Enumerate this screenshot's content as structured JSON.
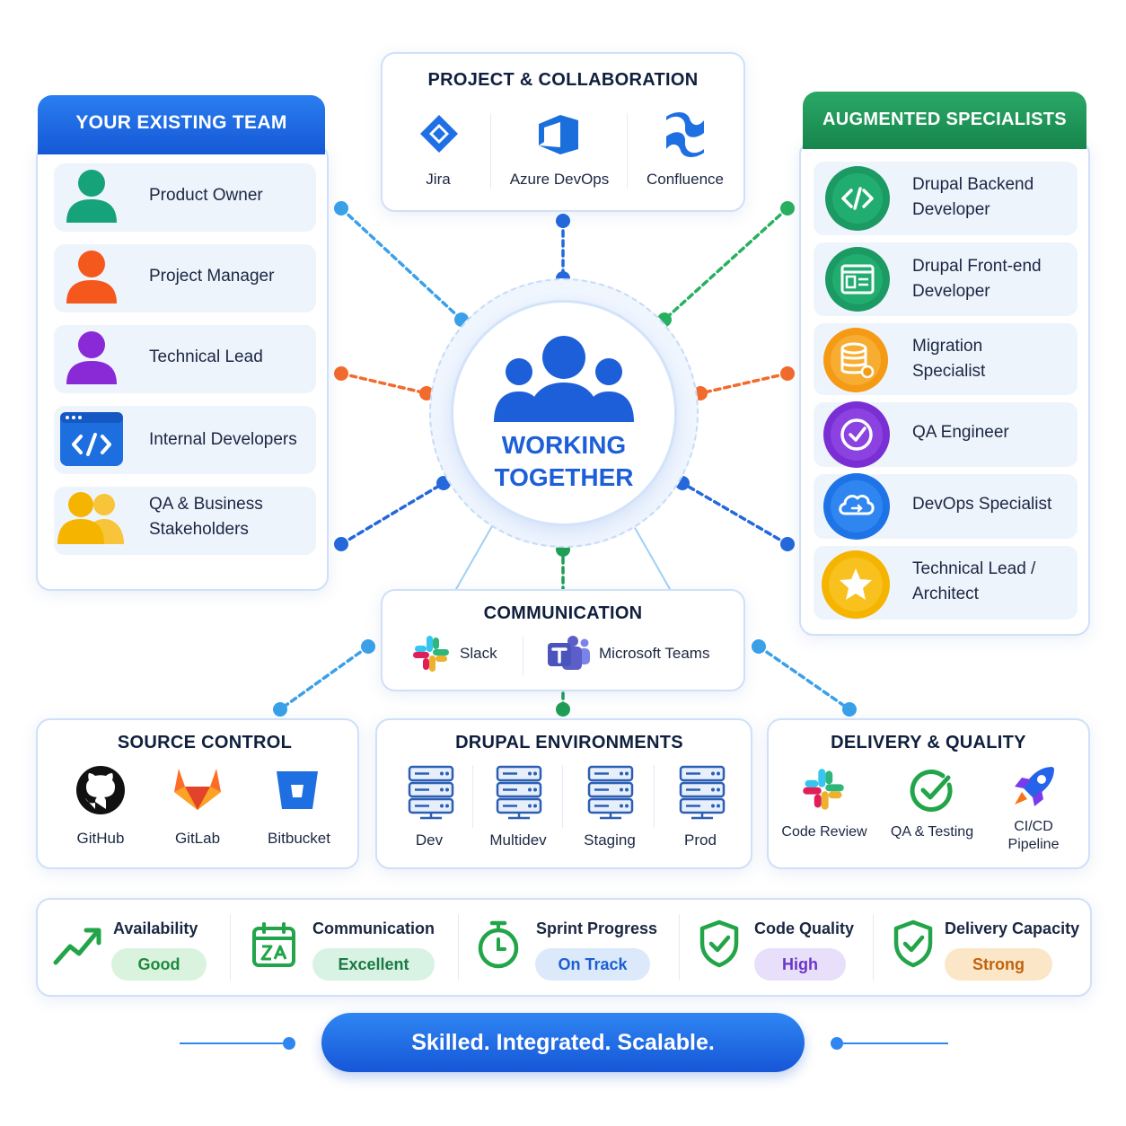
{
  "hub": {
    "line1": "WORKING",
    "line2": "TOGETHER"
  },
  "existing_team": {
    "title": "YOUR EXISTING TEAM",
    "items": [
      {
        "label": "Product Owner",
        "icon": "person-icon",
        "color": "#16a37a"
      },
      {
        "label": "Project Manager",
        "icon": "person-icon",
        "color": "#f4581c"
      },
      {
        "label": "Technical Lead",
        "icon": "person-icon",
        "color": "#8a2ad6"
      },
      {
        "label": "Internal Developers",
        "icon": "code-window-icon",
        "color": "#1d6fe0"
      },
      {
        "label_line1": "QA & Business",
        "label_line2": "Stakeholders",
        "icon": "people-group-icon",
        "color": "#f5b400"
      }
    ]
  },
  "project_collaboration": {
    "title": "PROJECT & COLLABORATION",
    "tools": [
      {
        "label": "Jira",
        "icon": "jira-icon"
      },
      {
        "label": "Azure DevOps",
        "icon": "azure-devops-icon"
      },
      {
        "label": "Confluence",
        "icon": "confluence-icon"
      }
    ]
  },
  "augmented_specialists": {
    "title": "AUGMENTED SPECIALISTS",
    "items": [
      {
        "line1": "Drupal Backend",
        "line2": "Developer",
        "icon": "code-icon",
        "color": "#1c9a63"
      },
      {
        "line1": "Drupal Front-end",
        "line2": "Developer",
        "icon": "layout-icon",
        "color": "#1c9a63"
      },
      {
        "line1": "Migration",
        "line2": "Specialist",
        "icon": "database-icon",
        "color": "#f59a14"
      },
      {
        "line1": "QA Engineer",
        "line2": "",
        "icon": "check-circle-icon",
        "color": "#7a2fd4"
      },
      {
        "line1": "DevOps Specialist",
        "line2": "",
        "icon": "cloud-icon",
        "color": "#1e74e6"
      },
      {
        "line1": "Technical Lead /",
        "line2": "Architect",
        "icon": "star-icon",
        "color": "#f5b400"
      }
    ]
  },
  "communication": {
    "title": "COMMUNICATION",
    "tools": [
      {
        "label": "Slack",
        "icon": "slack-icon"
      },
      {
        "label": "Microsoft Teams",
        "icon": "teams-icon"
      }
    ]
  },
  "source_control": {
    "title": "SOURCE CONTROL",
    "tools": [
      {
        "label": "GitHub",
        "icon": "github-icon"
      },
      {
        "label": "GitLab",
        "icon": "gitlab-icon"
      },
      {
        "label": "Bitbucket",
        "icon": "bitbucket-icon"
      }
    ]
  },
  "drupal_environments": {
    "title": "DRUPAL ENVIRONMENTS",
    "envs": [
      {
        "label": "Dev",
        "icon": "server-icon"
      },
      {
        "label": "Multidev",
        "icon": "server-icon"
      },
      {
        "label": "Staging",
        "icon": "server-icon"
      },
      {
        "label": "Prod",
        "icon": "server-icon"
      }
    ]
  },
  "delivery_quality": {
    "title": "DELIVERY & QUALITY",
    "items": [
      {
        "label": "Code Review",
        "icon": "code-review-icon"
      },
      {
        "label": "QA & Testing",
        "icon": "check-circle-icon"
      },
      {
        "label_line1": "CI/CD",
        "label_line2": "Pipeline",
        "icon": "rocket-icon"
      }
    ]
  },
  "status": [
    {
      "title": "Availability",
      "value": "Good",
      "icon": "trend-up-icon",
      "pill_bg": "#d9f3df",
      "pill_fg": "#1f8a3b"
    },
    {
      "title": "Communication",
      "value": "Excellent",
      "icon": "calendar-icon",
      "pill_bg": "#d8f2e3",
      "pill_fg": "#1b7a45"
    },
    {
      "title": "Sprint Progress",
      "value": "On Track",
      "icon": "stopwatch-icon",
      "pill_bg": "#dbe9fb",
      "pill_fg": "#1d5fd0"
    },
    {
      "title": "Code Quality",
      "value": "High",
      "icon": "shield-check-icon",
      "pill_bg": "#e8e0fb",
      "pill_fg": "#6a35c9"
    },
    {
      "title": "Delivery Capacity",
      "value": "Strong",
      "icon": "shield-check-icon",
      "pill_bg": "#fbe7c7",
      "pill_fg": "#c0630e"
    }
  ],
  "tagline": "Skilled. Integrated. Scalable."
}
